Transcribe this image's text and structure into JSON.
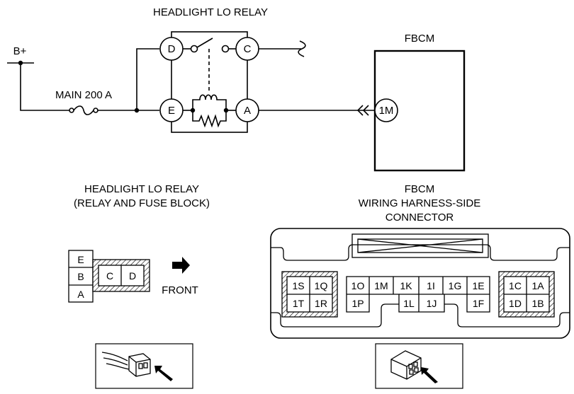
{
  "circuit": {
    "relay_title": "HEADLIGHT LO RELAY",
    "battery_label": "B+",
    "fuse_label": "MAIN 200 A",
    "fbcm_title": "FBCM",
    "relay_terminals": [
      "D",
      "C",
      "E",
      "A"
    ],
    "fbcm_terminal": "1M"
  },
  "relay_connector": {
    "title_line1": "HEADLIGHT LO RELAY",
    "title_line2": "(RELAY AND FUSE BLOCK)",
    "left_column": [
      "E",
      "B",
      "A"
    ],
    "right_cells": [
      "C",
      "D"
    ],
    "direction_label": "FRONT"
  },
  "fbcm_connector": {
    "title_line1": "FBCM",
    "title_line2": "WIRING HARNESS-SIDE",
    "title_line3": "CONNECTOR",
    "left_block_top": [
      "1S",
      "1Q"
    ],
    "left_block_bottom": [
      "1T",
      "1R"
    ],
    "middle_top": [
      "1O",
      "1M",
      "1K",
      "1I",
      "1G",
      "1E"
    ],
    "middle_bottom": [
      "1P",
      "1L",
      "1J",
      "1F"
    ],
    "right_block_top": [
      "1C",
      "1A"
    ],
    "right_block_bottom": [
      "1D",
      "1B"
    ]
  }
}
